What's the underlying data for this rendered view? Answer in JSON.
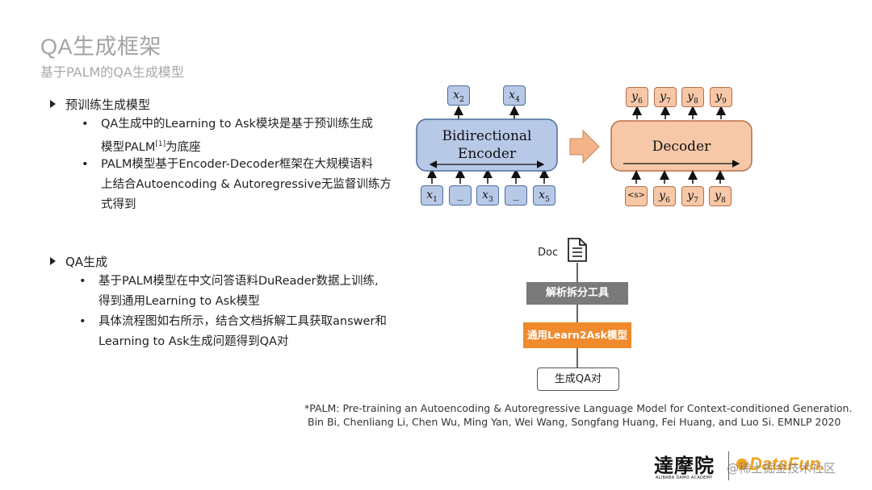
{
  "header": {
    "title": "QA生成框架",
    "subtitle": "基于PALM的QA生成模型"
  },
  "section1": {
    "heading": "预训练生成模型",
    "bullet1_line1": "QA生成中的Learning to Ask模块是基于预训练生成",
    "bullet1_line2_pre": "模型PALM",
    "bullet1_sup": "[1]",
    "bullet1_line2_post": "为底座",
    "bullet2_line1": "PALM模型基于Encoder-Decoder框架在大规模语料",
    "bullet2_line2": "上结合Autoencoding & Autoregressive无监督训练方",
    "bullet2_line3": "式得到"
  },
  "section2": {
    "heading": "QA生成",
    "bullet1_line1": "基于PALM模型在中文问答语料DuReader数据上训练,",
    "bullet1_line2": "得到通用Learning to Ask模型",
    "bullet2_line1": "具体流程图如右所示，结合文档拆解工具获取answer和",
    "bullet2_line2": "Learning to Ask生成问题得到QA对"
  },
  "bullet_glyph": "•",
  "encoder": {
    "label_line1": "Bidirectional",
    "label_line2": "Encoder",
    "outputs": [
      {
        "base": "x",
        "sub": "2"
      },
      {
        "base": "x",
        "sub": "4"
      }
    ],
    "inputs": [
      {
        "base": "x",
        "sub": "1"
      },
      {
        "base": "_",
        "sub": ""
      },
      {
        "base": "x",
        "sub": "3"
      },
      {
        "base": "_",
        "sub": ""
      },
      {
        "base": "x",
        "sub": "5"
      }
    ]
  },
  "decoder": {
    "label": "Decoder",
    "outputs": [
      {
        "base": "y",
        "sub": "6"
      },
      {
        "base": "y",
        "sub": "7"
      },
      {
        "base": "y",
        "sub": "8"
      },
      {
        "base": "y",
        "sub": "9"
      }
    ],
    "inputs": [
      {
        "base": "<s>",
        "sub": ""
      },
      {
        "base": "y",
        "sub": "6"
      },
      {
        "base": "y",
        "sub": "7"
      },
      {
        "base": "y",
        "sub": "8"
      }
    ]
  },
  "colors": {
    "encoder_fill": "#b7c9e7",
    "encoder_stroke": "#4d6e9a",
    "decoder_fill": "#f6c8a7",
    "decoder_stroke": "#b76e48",
    "arrow_fill": "#f3b48a",
    "tool_box": "#7a7a7a",
    "model_box": "#f08a2c",
    "logo_orange": "#f3a320"
  },
  "flow": {
    "doc_label": "Doc",
    "step1": "解析拆分工具",
    "step2": "通用Learn2Ask模型",
    "step3": "生成QA对"
  },
  "footnote": {
    "line1": "*PALM: Pre-training an Autoencoding & Autoregressive Language Model for Context-conditioned Generation.",
    "line2": "Bin Bi, Chenliang Li, Chen Wu, Ming Yan, Wei Wang, Songfang Huang, Fei Huang, and Luo Si. EMNLP 2020"
  },
  "branding": {
    "alibaba_logo": "達摩院",
    "alibaba_sub": "ALIBABA DAMO ACADEMY",
    "datafun_logo": "DataFun.",
    "watermark": "@稀土掘金技术社区"
  }
}
